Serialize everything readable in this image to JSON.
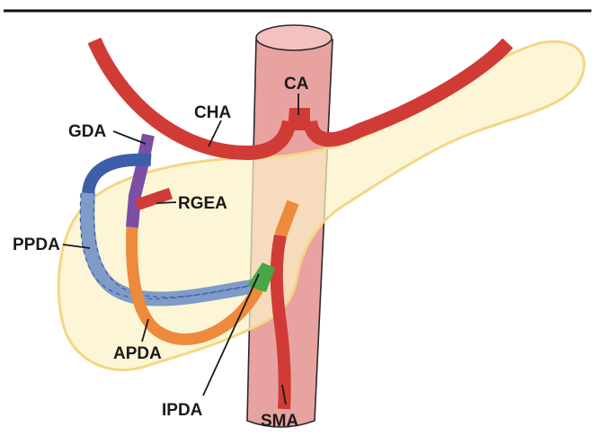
{
  "labels": {
    "ca": "CA",
    "cha": "CHA",
    "gda": "GDA",
    "rgea": "RGEA",
    "ppda": "PPDA",
    "apda": "APDA",
    "ipda": "IPDA",
    "sma": "SMA"
  },
  "colors": {
    "pancreas_fill": "#fbf3c6",
    "pancreas_stroke": "#f3d785",
    "aorta_fill": "#e8a3a1",
    "aorta_stroke": "#2a2a2a",
    "artery_red": "#d13b36",
    "gda_purple": "#7c4ea6",
    "ppda_blue": "#3d5ea8",
    "ppda_blue_translucent": "#7f9bc7",
    "apda_orange": "#ee8a3c",
    "ipda_green": "#47a646"
  }
}
